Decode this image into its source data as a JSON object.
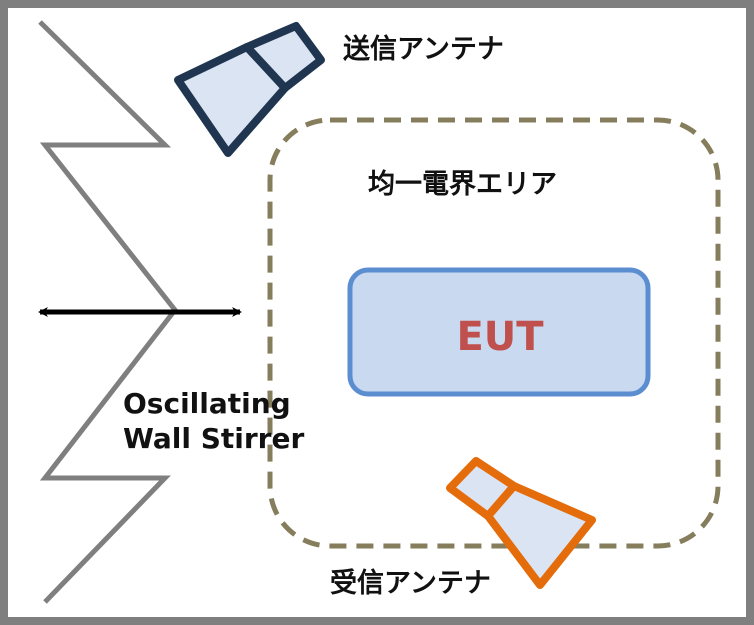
{
  "labels": {
    "tx_antenna": "送信アンテナ",
    "rx_antenna": "受信アンテナ",
    "uniform_field": "均一電界エリア",
    "eut": "EUT",
    "stirrer_line1": "Oscillating",
    "stirrer_line2": "Wall Stirrer"
  },
  "colors": {
    "frame": "#7f7f7f",
    "stirrer": "#7f7f7f",
    "arrow": "#000000",
    "field_border": "#857d5b",
    "eut_fill": "#c9d9ef",
    "eut_border": "#5b8ed1",
    "eut_text": "#c0504d",
    "tx_stroke": "#1f3550",
    "rx_stroke": "#e46c0a",
    "antenna_fill": "#dbe4f2"
  },
  "icons": [
    "horn-antenna-tx",
    "horn-antenna-rx",
    "double-headed-arrow"
  ]
}
